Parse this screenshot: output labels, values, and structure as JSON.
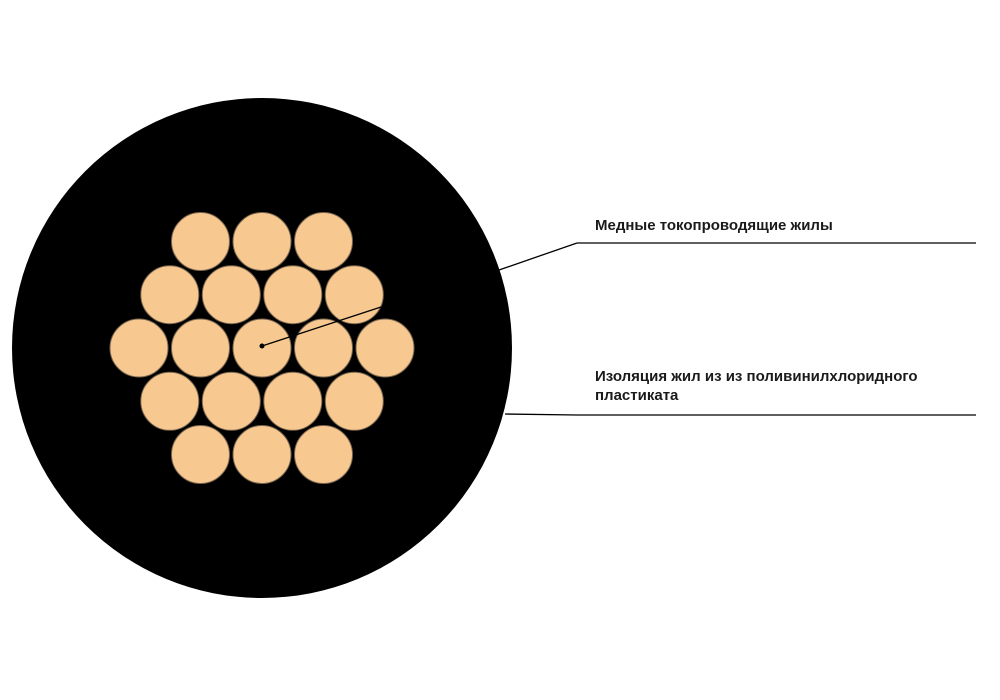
{
  "diagram": {
    "colors": {
      "background": "#ffffff",
      "insulation": "#000000",
      "strand_fill": "#f7c990",
      "strand_stroke": "#7a6650",
      "leader_line": "#000000",
      "text": "#1a1a1a"
    },
    "cable": {
      "strand_layers": [
        1,
        6,
        12
      ],
      "strand_count": 19
    },
    "labels": {
      "conductors": "Медные токопроводящие жилы",
      "insulation_line1": "Изоляция жил из из поливинилхлоридного",
      "insulation_line2": "пластиката"
    }
  }
}
